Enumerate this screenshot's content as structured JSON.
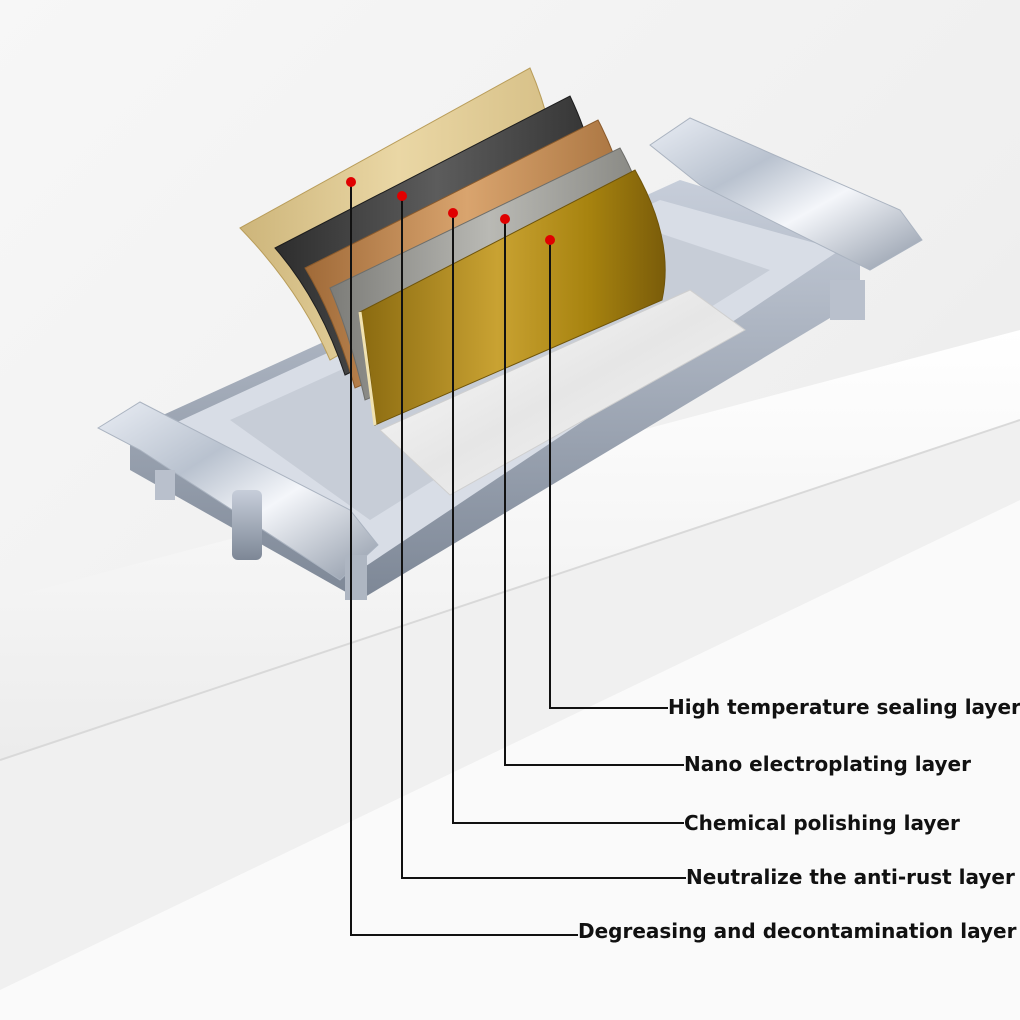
{
  "colors": {
    "pointer_dot": "#e00000",
    "leader_line": "#111111",
    "label_text": "#111111"
  },
  "layers": [
    {
      "id": "sealing",
      "label": "High temperature sealing layer",
      "color": "#b8901c"
    },
    {
      "id": "nano",
      "label": "Nano electroplating layer",
      "color": "#9c9c98"
    },
    {
      "id": "polishing",
      "label": "Chemical polishing layer",
      "color": "#c08a55"
    },
    {
      "id": "antirust",
      "label": "Neutralize the anti-rust layer",
      "color": "#4a4a4a"
    },
    {
      "id": "degreasing",
      "label": "Degreasing and decontamination layer",
      "color": "#dcc58e"
    }
  ]
}
